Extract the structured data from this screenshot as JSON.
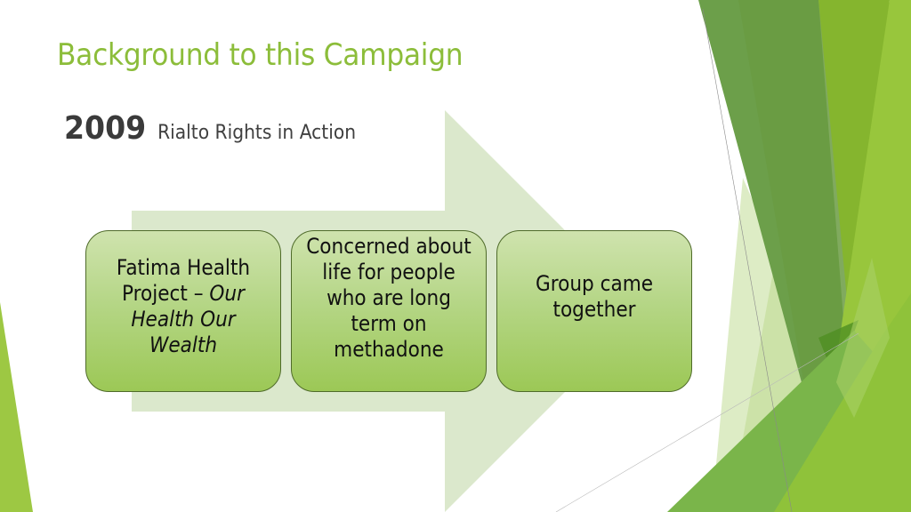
{
  "slide": {
    "title": "Background to this Campaign",
    "year": "2009",
    "subtitle": "Rialto Rights in Action"
  },
  "process": {
    "steps": [
      {
        "text_plain": "Fatima Health Project – ",
        "text_italic": "Our Health Our Wealth"
      },
      {
        "text": "Concerned about life for people who are long term on methadone"
      },
      {
        "text": "Group came together"
      }
    ],
    "arrow_color": "#dbe8cc",
    "box_gradient": [
      "#cfe3ae",
      "#9cc856"
    ],
    "box_border": "#4f6b2a"
  },
  "theme": {
    "accent": "#8cbd3a",
    "dark_green": "#6a9a40",
    "mid_green": "#86b32f",
    "light_green": "#97c43a",
    "pale_green": "#d6e8b8"
  }
}
